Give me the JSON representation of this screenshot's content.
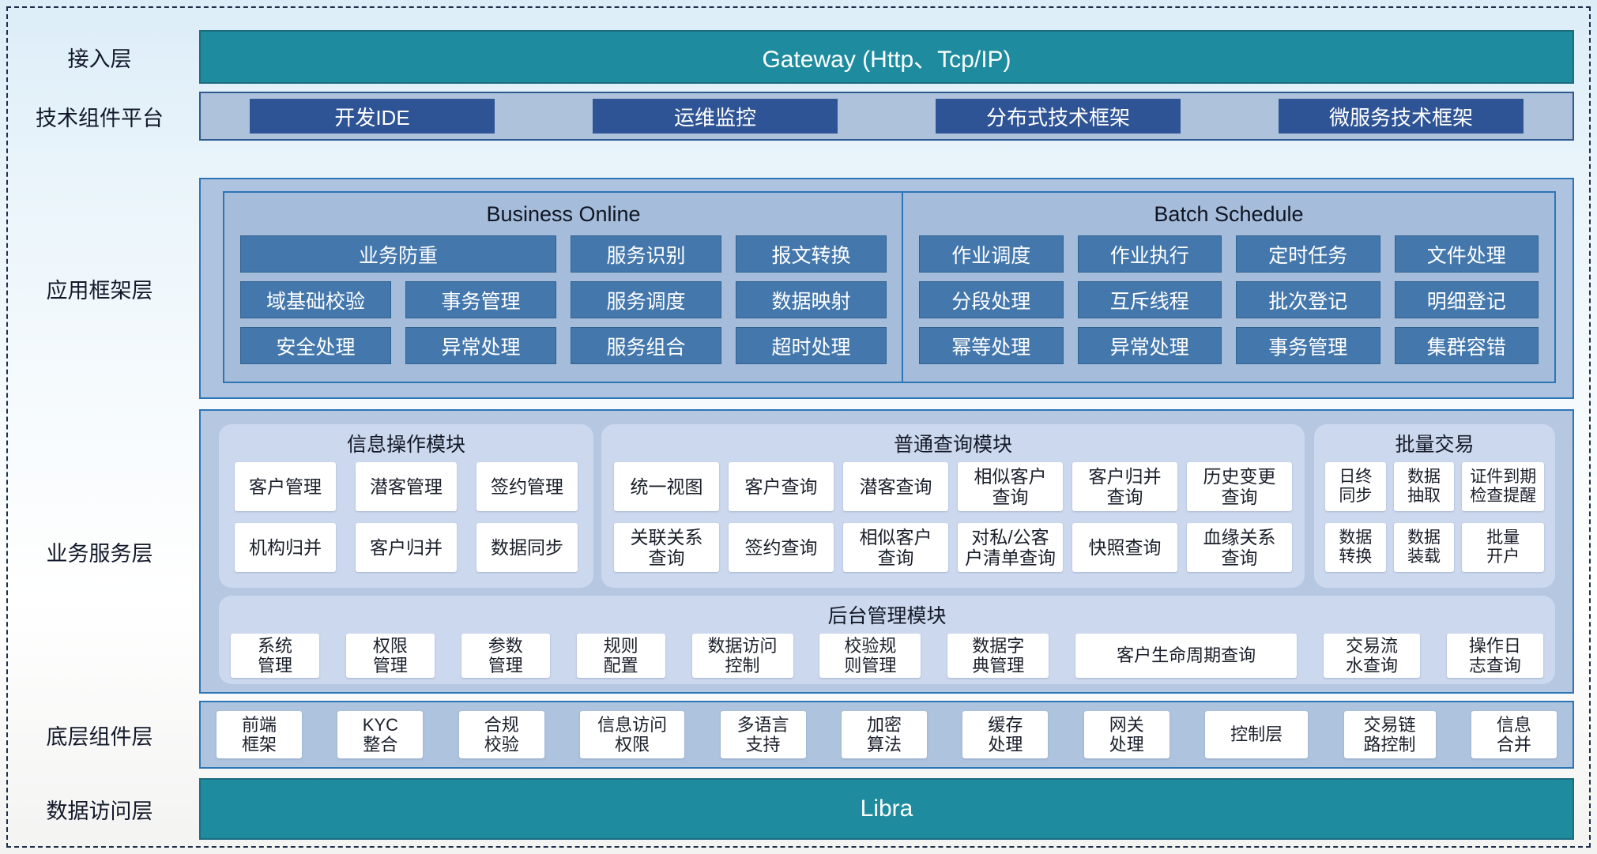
{
  "layer_labels": [
    "接入层",
    "技术组件平台",
    "应用框架层",
    "业务服务层",
    "底层组件层",
    "数据访问层"
  ],
  "gateway": {
    "title": "Gateway (Http、Tcp/IP)"
  },
  "tech_platform": {
    "buttons": [
      "开发IDE",
      "运维监控",
      "分布式技术框架",
      "微服务技术框架"
    ]
  },
  "app_framework": {
    "business_online": {
      "title": "Business Online",
      "row1": [
        "业务防重",
        "服务识别",
        "报文转换"
      ],
      "row2": [
        "域基础校验",
        "事务管理",
        "服务调度",
        "数据映射"
      ],
      "row3": [
        "安全处理",
        "异常处理",
        "服务组合",
        "超时处理"
      ]
    },
    "batch_schedule": {
      "title": "Batch Schedule",
      "row1": [
        "作业调度",
        "作业执行",
        "定时任务",
        "文件处理"
      ],
      "row2": [
        "分段处理",
        "互斥线程",
        "批次登记",
        "明细登记"
      ],
      "row3": [
        "幂等处理",
        "异常处理",
        "事务管理",
        "集群容错"
      ]
    }
  },
  "business_service": {
    "info_module": {
      "title": "信息操作模块",
      "cards": [
        "客户管理",
        "潜客管理",
        "签约管理",
        "机构归并",
        "客户归并",
        "数据同步"
      ]
    },
    "query_module": {
      "title": "普通查询模块",
      "cards": [
        "统一视图",
        "客户查询",
        "潜客查询",
        "相似客户\n查询",
        "客户归并\n查询",
        "历史变更\n查询",
        "关联关系\n查询",
        "签约查询",
        "相似客户\n查询",
        "对私/公客\n户清单查询",
        "快照查询",
        "血缘关系\n查询"
      ]
    },
    "batch_module": {
      "title": "批量交易",
      "cards": [
        "日终\n同步",
        "数据\n抽取",
        "证件到期\n检查提醒",
        "数据\n转换",
        "数据\n装载",
        "批量\n开户"
      ]
    },
    "admin_module": {
      "title": "后台管理模块",
      "cards": [
        "系统\n管理",
        "权限\n管理",
        "参数\n管理",
        "规则\n配置",
        "数据访问\n控制",
        "校验规\n则管理",
        "数据字\n典管理",
        "客户生命周期查询",
        "交易流\n水查询",
        "操作日\n志查询"
      ]
    }
  },
  "base_components": {
    "cards": [
      "前端\n框架",
      "KYC\n整合",
      "合规\n校验",
      "信息访问\n权限",
      "多语言\n支持",
      "加密\n算法",
      "缓存\n处理",
      "网关\n处理",
      "控制层",
      "交易链\n路控制",
      "信息\n合并"
    ]
  },
  "data_access": {
    "title": "Libra"
  },
  "colors": {
    "teal": "#1e8c9e",
    "dark_blue": "#2f5496",
    "steel_blue": "#4478ad",
    "panel_blue": "#adc3df",
    "panel_border": "#2e75b6",
    "sub_panel": "#ccd8ee"
  }
}
